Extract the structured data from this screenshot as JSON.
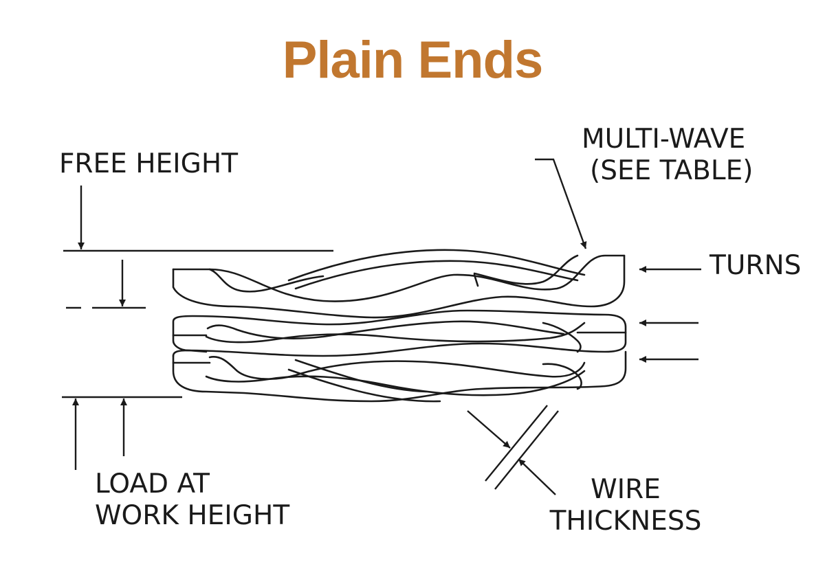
{
  "title": "Plain Ends",
  "colors": {
    "title": "#c1772f",
    "line": "#1a1a1a",
    "background": "#ffffff"
  },
  "labels": {
    "free_height": "FREE HEIGHT",
    "multi_wave": [
      "MULTI-WAVE",
      "(SEE TABLE)"
    ],
    "turns": "TURNS",
    "load_at_work_height": [
      "LOAD AT",
      "WORK HEIGHT"
    ],
    "wire_thickness": [
      "WIRE",
      "THICKNESS"
    ]
  }
}
